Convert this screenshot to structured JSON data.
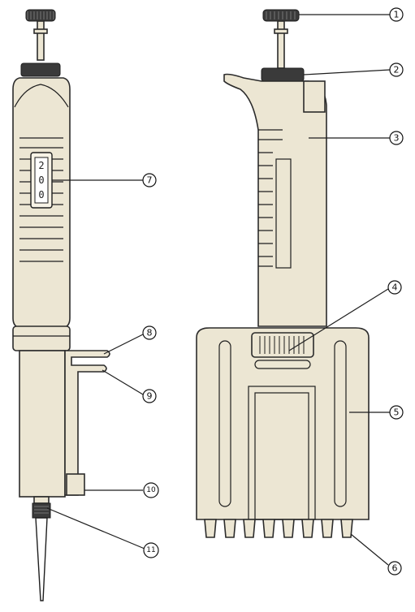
{
  "callouts": [
    {
      "id": "1",
      "label": "①"
    },
    {
      "id": "2",
      "label": "②"
    },
    {
      "id": "3",
      "label": "③"
    },
    {
      "id": "4",
      "label": "④"
    },
    {
      "id": "5",
      "label": "⑤"
    },
    {
      "id": "6",
      "label": "⑥"
    },
    {
      "id": "7",
      "label": "⑦"
    },
    {
      "id": "8",
      "label": "⑧"
    },
    {
      "id": "9",
      "label": "⑨"
    },
    {
      "id": "10",
      "label": "⑩"
    },
    {
      "id": "11",
      "label": "⑪"
    }
  ],
  "volume_display": [
    "2",
    "0",
    "0"
  ],
  "colors": {
    "body": "#ece6d3",
    "outline": "#2b2b2b",
    "dark": "#3a3a3a"
  }
}
